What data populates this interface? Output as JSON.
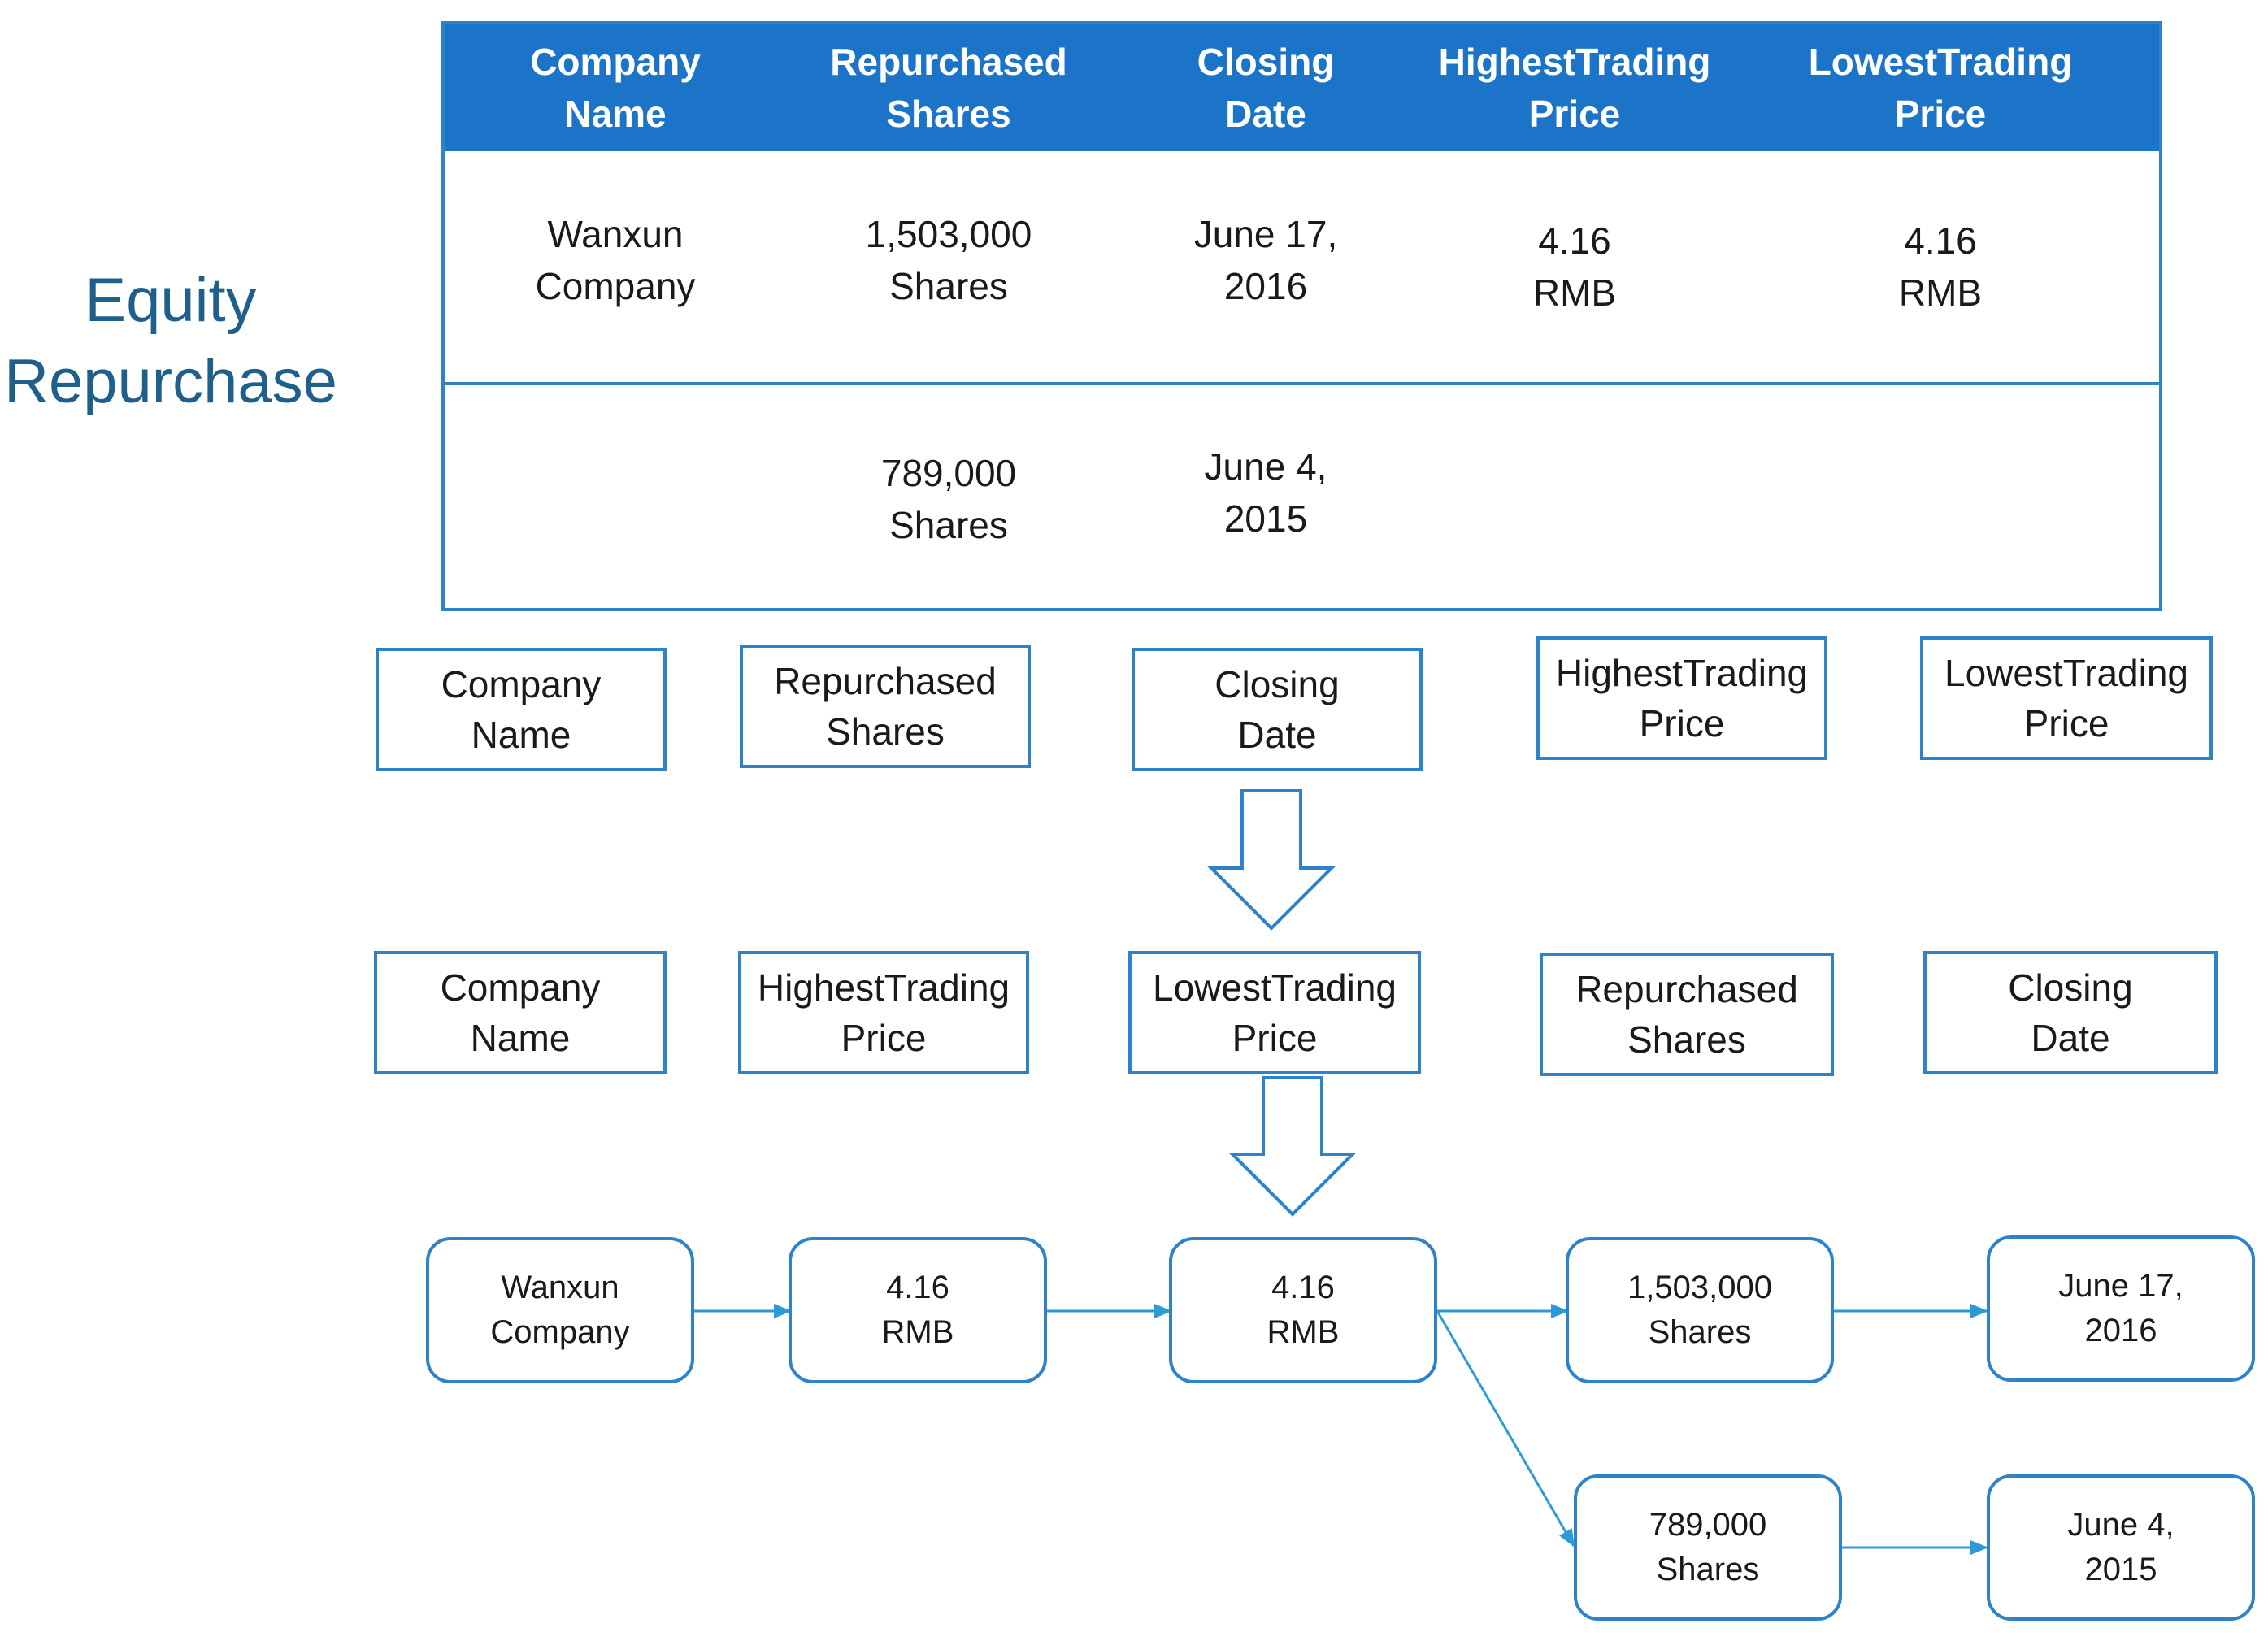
{
  "title": {
    "line1": "Equity",
    "line2": "Repurchase"
  },
  "table": {
    "headers": [
      {
        "l1": "Company",
        "l2": "Name"
      },
      {
        "l1": "Repurchased",
        "l2": "Shares"
      },
      {
        "l1": "Closing",
        "l2": "Date"
      },
      {
        "l1": "HighestTrading",
        "l2": "Price"
      },
      {
        "l1": "LowestTrading",
        "l2": "Price"
      }
    ],
    "row1": [
      {
        "l1": "Wanxun",
        "l2": "Company"
      },
      {
        "l1": "1,503,000",
        "l2": "Shares"
      },
      {
        "l1": "June 17,",
        "l2": "2016"
      },
      {
        "l1": "4.16",
        "l2": "RMB"
      },
      {
        "l1": "4.16",
        "l2": "RMB"
      }
    ],
    "row2": [
      {
        "l1": "789,000",
        "l2": "Shares"
      },
      {
        "l1": "June 4,",
        "l2": "2015"
      }
    ]
  },
  "original_order": [
    {
      "l1": "Company",
      "l2": "Name"
    },
    {
      "l1": "Repurchased",
      "l2": "Shares"
    },
    {
      "l1": "Closing",
      "l2": "Date"
    },
    {
      "l1": "HighestTrading",
      "l2": "Price"
    },
    {
      "l1": "LowestTrading",
      "l2": "Price"
    }
  ],
  "reordered": [
    {
      "l1": "Company",
      "l2": "Name"
    },
    {
      "l1": "HighestTrading",
      "l2": "Price"
    },
    {
      "l1": "LowestTrading",
      "l2": "Price"
    },
    {
      "l1": "Repurchased",
      "l2": "Shares"
    },
    {
      "l1": "Closing",
      "l2": "Date"
    }
  ],
  "tree_nodes": {
    "company": {
      "l1": "Wanxun",
      "l2": "Company"
    },
    "highest": {
      "l1": "4.16",
      "l2": "RMB"
    },
    "lowest": {
      "l1": "4.16",
      "l2": "RMB"
    },
    "shares_a": {
      "l1": "1,503,000",
      "l2": "Shares"
    },
    "date_a": {
      "l1": "June 17,",
      "l2": "2016"
    },
    "shares_b": {
      "l1": "789,000",
      "l2": "Shares"
    },
    "date_b": {
      "l1": "June 4,",
      "l2": "2015"
    }
  },
  "colors": {
    "accent": "#2d82c9",
    "header_fill": "#1c74c8",
    "title": "#1f5f8b"
  }
}
